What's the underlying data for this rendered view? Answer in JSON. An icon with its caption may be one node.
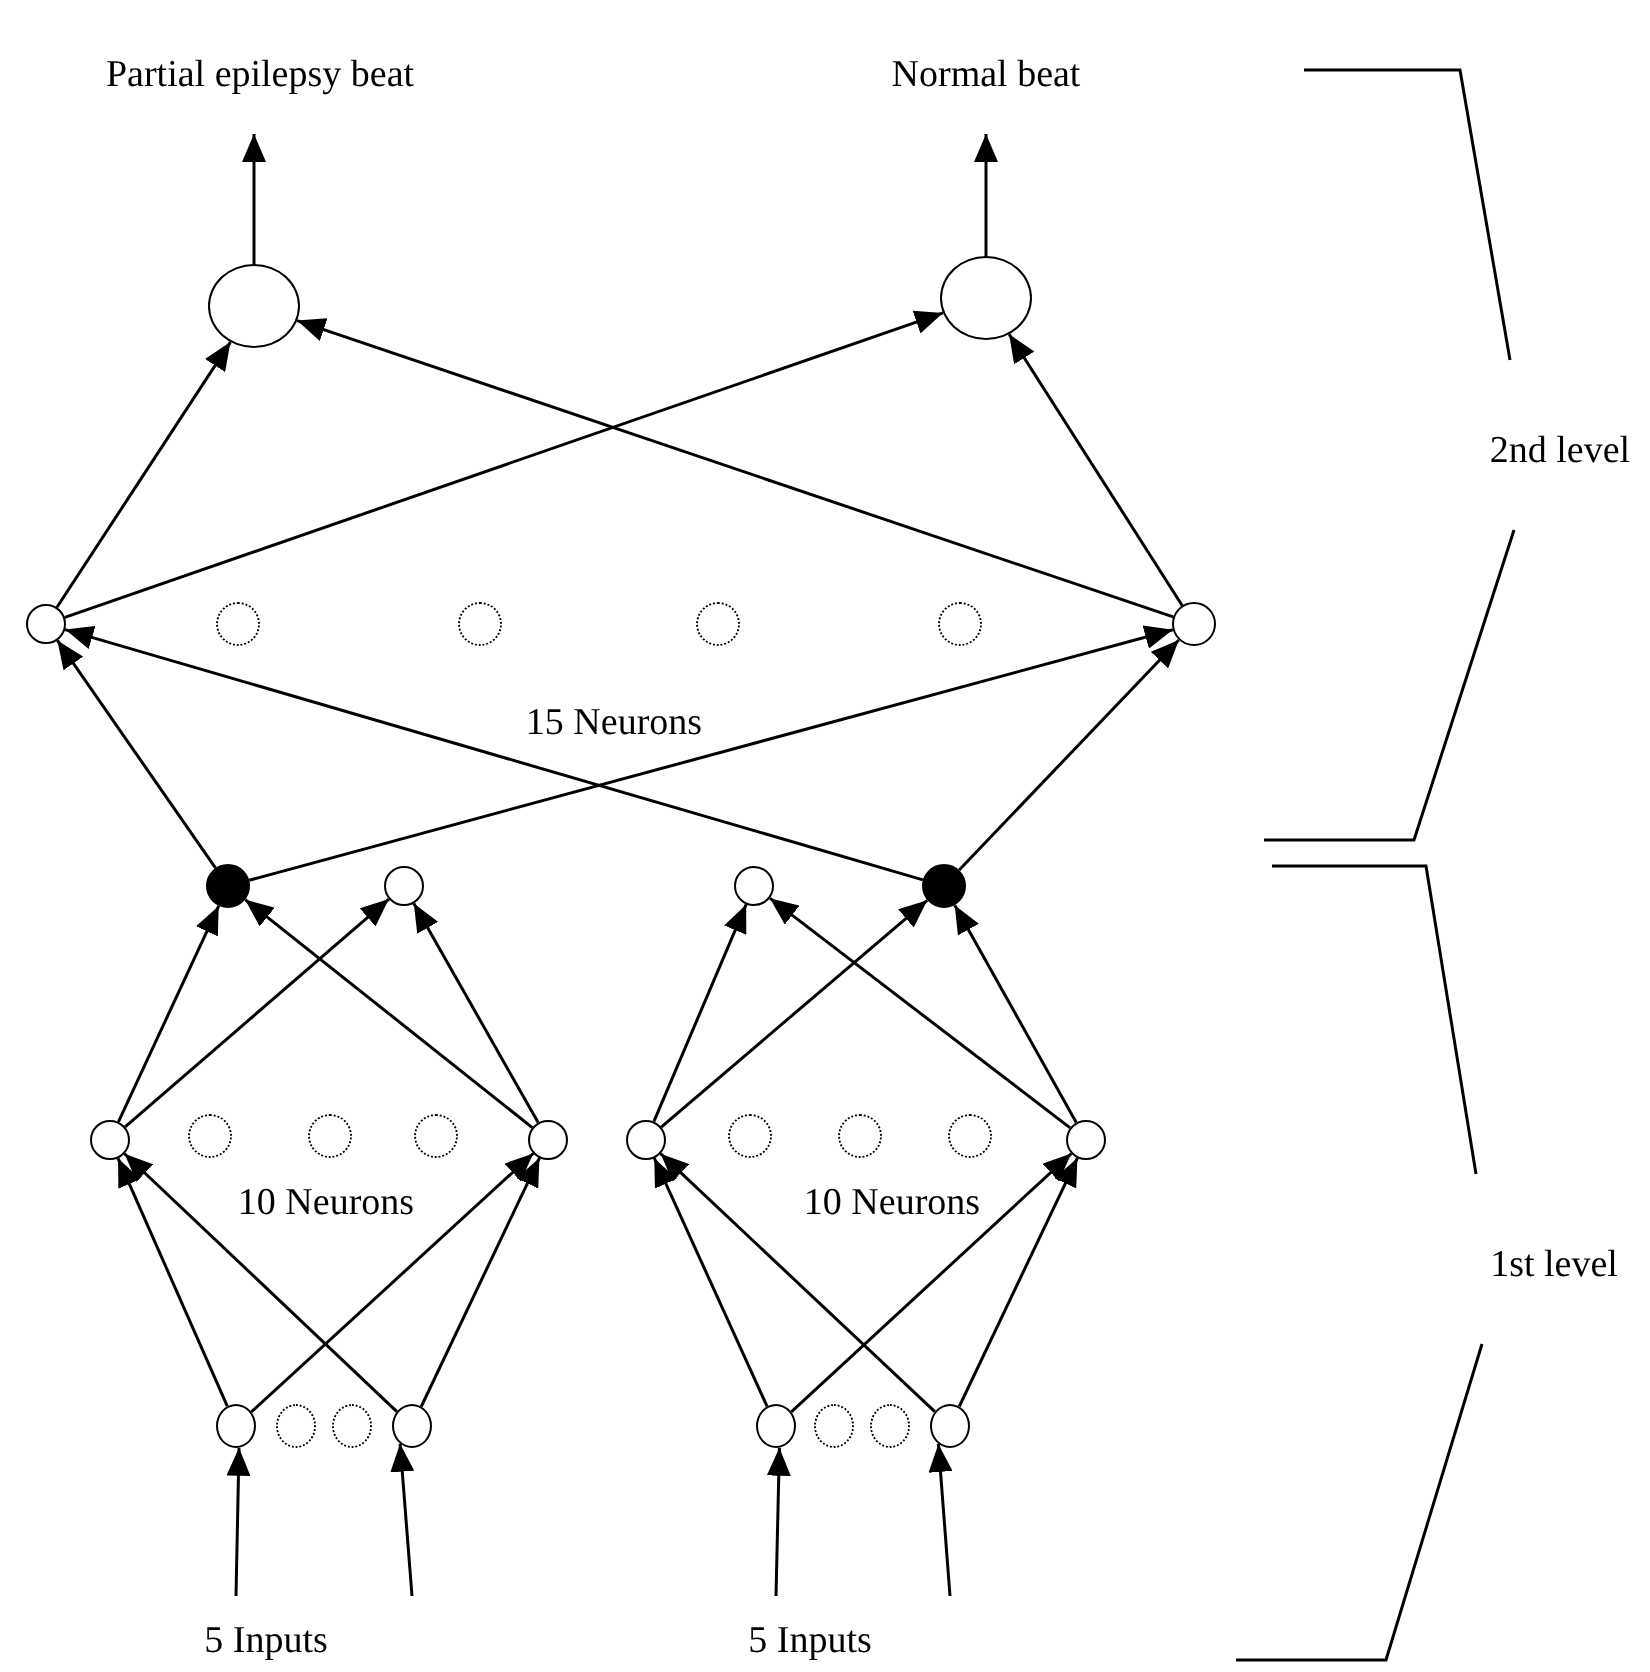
{
  "diagram": {
    "nodes": [
      {
        "text": [
          "Partial epilepsy beat"
        ]
      },
      {
        "text": [
          "Normal beat"
        ]
      },
      {
        "text": [],
        "shape": "circle"
      },
      {
        "text": [],
        "shape": "circle"
      },
      {
        "text": [],
        "shape": "circle"
      },
      {
        "text": [],
        "shape": "circle"
      },
      {
        "text": [],
        "shape": "circle"
      },
      {
        "text": [],
        "shape": "circle"
      },
      {
        "text": [],
        "shape": "circle"
      },
      {
        "text": [],
        "shape": "circle"
      },
      {
        "text": [],
        "shape": "circle"
      },
      {
        "text": [],
        "shape": "circle"
      },
      {
        "text": [],
        "shape": "circle"
      },
      {
        "text": [],
        "shape": "circle"
      },
      {
        "text": [],
        "shape": "circle"
      },
      {
        "text": [],
        "shape": "circle"
      },
      {
        "text": [],
        "shape": "circle"
      },
      {
        "text": [],
        "shape": "circle"
      },
      {
        "text": [],
        "shape": "circle"
      },
      {
        "text": [],
        "shape": "circle"
      },
      {
        "text": [],
        "shape": "circle"
      },
      {
        "text": [],
        "shape": "circle"
      },
      {
        "text": [],
        "shape": "circle"
      },
      {
        "text": [],
        "shape": "circle"
      },
      {
        "text": [],
        "shape": "circle"
      },
      {
        "text": [],
        "shape": "circle"
      },
      {
        "text": [],
        "shape": "circle"
      },
      {
        "text": [],
        "shape": "circle"
      },
      {
        "text": [],
        "shape": "circle"
      },
      {
        "text": [],
        "shape": "circle"
      },
      {
        "text": [],
        "shape": "circle"
      },
      {
        "text": [],
        "shape": "circle"
      },
      {
        "text": [
          "5 Inputs"
        ]
      },
      {
        "text": [
          "5 Inputs"
        ]
      }
    ],
    "edges": [
      {
        "from": 2,
        "to": 0,
        "arrow": "to"
      },
      {
        "from": 3,
        "to": 1,
        "arrow": "to"
      },
      {
        "from": 4,
        "to": 2,
        "arrow": "to"
      },
      {
        "from": 4,
        "to": 3,
        "arrow": "to"
      },
      {
        "from": 9,
        "to": 2,
        "arrow": "to"
      },
      {
        "from": 9,
        "to": 3,
        "arrow": "to"
      },
      {
        "from": 10,
        "to": 4,
        "arrow": "to"
      },
      {
        "from": 10,
        "to": 9,
        "arrow": "to"
      },
      {
        "from": 13,
        "to": 4,
        "arrow": "to"
      },
      {
        "from": 13,
        "to": 9,
        "arrow": "to"
      },
      {
        "from": 14,
        "to": 10,
        "arrow": "to"
      },
      {
        "from": 14,
        "to": 11,
        "arrow": "to"
      },
      {
        "from": 18,
        "to": 10,
        "arrow": "to"
      },
      {
        "from": 18,
        "to": 11,
        "arrow": "to"
      },
      {
        "from": 19,
        "to": 12,
        "arrow": "to"
      },
      {
        "from": 19,
        "to": 13,
        "arrow": "to"
      },
      {
        "from": 23,
        "to": 12,
        "arrow": "to"
      },
      {
        "from": 23,
        "to": 13,
        "arrow": "to"
      },
      {
        "from": 24,
        "to": 14,
        "arrow": "to"
      },
      {
        "from": 24,
        "to": 18,
        "arrow": "to"
      },
      {
        "from": 27,
        "to": 14,
        "arrow": "to"
      },
      {
        "from": 27,
        "to": 18,
        "arrow": "to"
      },
      {
        "from": 28,
        "to": 19,
        "arrow": "to"
      },
      {
        "from": 28,
        "to": 23,
        "arrow": "to"
      },
      {
        "from": 31,
        "to": 19,
        "arrow": "to"
      },
      {
        "from": 31,
        "to": 23,
        "arrow": "to"
      },
      {
        "from": 32,
        "to": 24,
        "arrow": "to"
      },
      {
        "from": 32,
        "to": 27,
        "arrow": "to"
      },
      {
        "from": 33,
        "to": 28,
        "arrow": "to"
      },
      {
        "from": 33,
        "to": 31,
        "arrow": "to"
      }
    ],
    "labels": [
      "15 Neurons",
      "2nd level",
      "10 Neurons",
      "10 Neurons",
      "1st level"
    ]
  }
}
